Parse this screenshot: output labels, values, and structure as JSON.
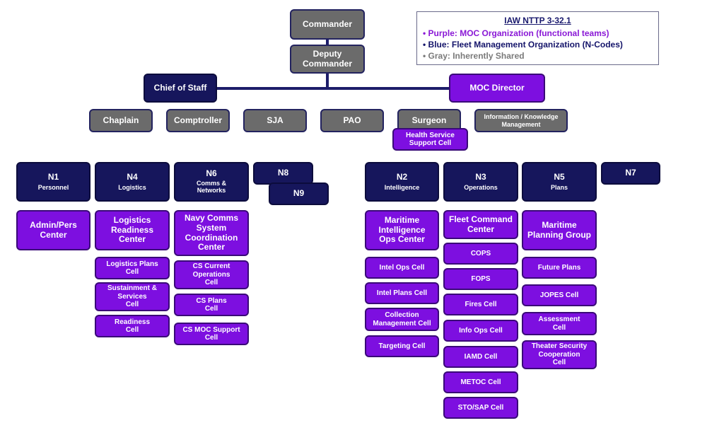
{
  "legend": {
    "title": "IAW NTTP 3-32.1",
    "purple": "• Purple: MOC Organization  (functional teams)",
    "blue": "• Blue: Fleet Management Organization (N-Codes)",
    "gray": "• Gray:  Inherently  Shared"
  },
  "colors": {
    "purple": "#7d0fe0",
    "navy": "#16165c",
    "gray": "#6b6b6b"
  },
  "command": {
    "commander": "Commander",
    "deputy_line1": "Deputy",
    "deputy_line2": "Commander",
    "chief_of_staff": "Chief of Staff",
    "moc_director": "MOC Director"
  },
  "staff": {
    "chaplain": "Chaplain",
    "comptroller": "Comptroller",
    "sja": "SJA",
    "pao": "PAO",
    "surgeon": "Surgeon",
    "ikm_line1": "Information / Knowledge",
    "ikm_line2": "Management",
    "health_line1": "Health Service",
    "health_line2": "Support Cell"
  },
  "ncodes": {
    "n1": {
      "code": "N1",
      "sub": "Personnel"
    },
    "n4": {
      "code": "N4",
      "sub": "Logistics"
    },
    "n6": {
      "code": "N6",
      "sub1": "Comms &",
      "sub2": "Networks"
    },
    "n8": {
      "code": "N8"
    },
    "n9": {
      "code": "N9"
    },
    "n2": {
      "code": "N2",
      "sub": "Intelligence"
    },
    "n3": {
      "code": "N3",
      "sub": "Operations"
    },
    "n5": {
      "code": "N5",
      "sub": "Plans"
    },
    "n7": {
      "code": "N7"
    }
  },
  "centers": {
    "admin_pers": [
      "Admin/Pers",
      "Center"
    ],
    "logistics_readiness": [
      "Logistics",
      "Readiness",
      "Center"
    ],
    "navy_comms": [
      "Navy Comms",
      "System",
      "Coordination",
      "Center"
    ],
    "maritime_intel": [
      "Maritime",
      "Intelligence",
      "Ops Center"
    ],
    "fleet_command": [
      "Fleet Command",
      "Center"
    ],
    "maritime_planning": [
      "Maritime",
      "Planning Group"
    ]
  },
  "cells": {
    "logistics_plans": [
      "Logistics Plans",
      "Cell"
    ],
    "sustainment": [
      "Sustainment &",
      "Services",
      "Cell"
    ],
    "readiness": [
      "Readiness",
      "Cell"
    ],
    "cs_current_ops": [
      "CS Current",
      "Operations",
      "Cell"
    ],
    "cs_plans": [
      "CS Plans",
      "Cell"
    ],
    "cs_moc_support": [
      "CS MOC Support",
      "Cell"
    ],
    "intel_ops": "Intel Ops Cell",
    "intel_plans": "Intel Plans Cell",
    "collection_mgmt": [
      "Collection",
      "Management Cell"
    ],
    "targeting": "Targeting Cell",
    "cops": "COPS",
    "fops": "FOPS",
    "fires": "Fires Cell",
    "info_ops": "Info Ops Cell",
    "iamd": "IAMD Cell",
    "metoc": "METOC Cell",
    "sto_sap": "STO/SAP Cell",
    "future_plans": "Future Plans",
    "jopes": "JOPES Cell",
    "assessment": [
      "Assessment",
      "Cell"
    ],
    "theater_security": [
      "Theater Security",
      "Cooperation",
      "Cell"
    ]
  }
}
